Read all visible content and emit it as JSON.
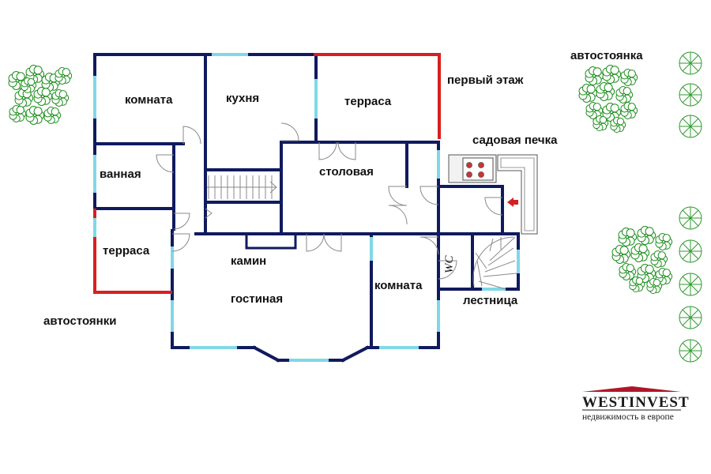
{
  "labels": {
    "room_top_left": "комната",
    "kitchen": "кухня",
    "terrace_top": "терраса",
    "first_floor": "первый этаж",
    "parking_top": "автостоянка",
    "garden_stove": "садовая печка",
    "bathroom": "ванная",
    "dining": "столовая",
    "terrace_left": "терраса",
    "fireplace": "камин",
    "room_right": "комната",
    "wc": "WC",
    "living": "гостиная",
    "stairs": "лестница",
    "parking_left": "автостоянки"
  },
  "logo": {
    "name": "WESTINVEST",
    "tagline": "недвижимость в европе"
  },
  "colors": {
    "wall": "#101a5e",
    "window": "#7fd8e6",
    "terrace_edge": "#d81f1f",
    "tree": "#2e9a2e",
    "logo_roof": "#b0152a"
  }
}
